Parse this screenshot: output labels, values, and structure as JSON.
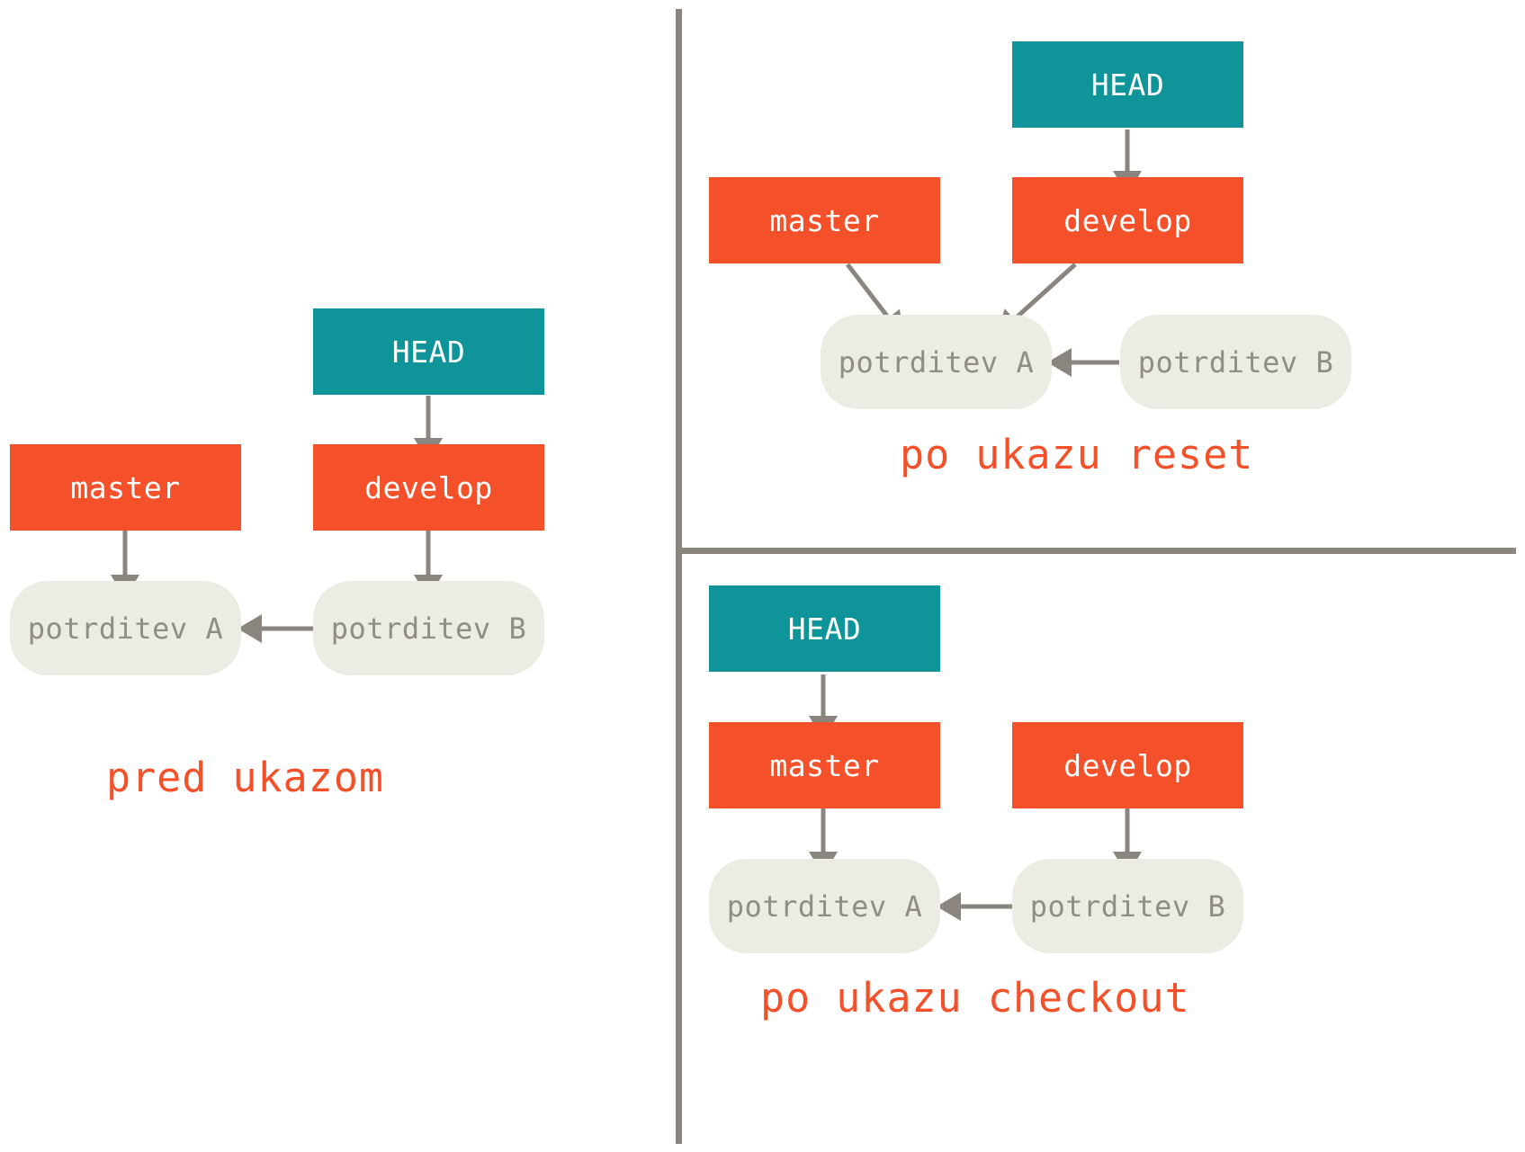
{
  "diagram": {
    "title": "git reset vs git checkout branch pointer diagram",
    "colors": {
      "head": "#0f9499",
      "branch": "#f4502a",
      "commit_bg": "#edece4",
      "commit_text": "#908c86",
      "arrow": "#8b8580",
      "divider": "#8b8580",
      "caption": "#f4502a",
      "background": "#ffffff"
    },
    "panels": [
      {
        "id": "before",
        "caption": "pred ukazom",
        "nodes": {
          "head": "HEAD",
          "master": "master",
          "develop": "develop",
          "commit_a": "potrditev A",
          "commit_b": "potrditev B"
        },
        "edges": [
          {
            "from": "HEAD",
            "to": "develop"
          },
          {
            "from": "master",
            "to": "potrditev A"
          },
          {
            "from": "develop",
            "to": "potrditev B"
          },
          {
            "from": "potrditev B",
            "to": "potrditev A"
          }
        ]
      },
      {
        "id": "after-reset",
        "caption": "po ukazu reset",
        "nodes": {
          "head": "HEAD",
          "master": "master",
          "develop": "develop",
          "commit_a": "potrditev A",
          "commit_b": "potrditev B"
        },
        "edges": [
          {
            "from": "HEAD",
            "to": "develop"
          },
          {
            "from": "master",
            "to": "potrditev A"
          },
          {
            "from": "develop",
            "to": "potrditev A"
          },
          {
            "from": "potrditev B",
            "to": "potrditev A"
          }
        ]
      },
      {
        "id": "after-checkout",
        "caption": "po ukazu checkout",
        "nodes": {
          "head": "HEAD",
          "master": "master",
          "develop": "develop",
          "commit_a": "potrditev A",
          "commit_b": "potrditev B"
        },
        "edges": [
          {
            "from": "HEAD",
            "to": "master"
          },
          {
            "from": "master",
            "to": "potrditev A"
          },
          {
            "from": "develop",
            "to": "potrditev B"
          },
          {
            "from": "potrditev B",
            "to": "potrditev A"
          }
        ]
      }
    ]
  }
}
